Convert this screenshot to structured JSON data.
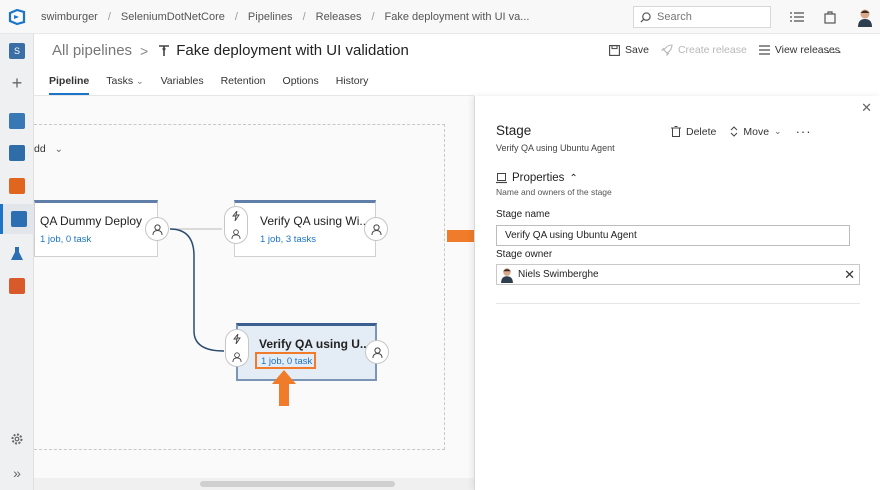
{
  "breadcrumb": [
    "swimburger",
    "SeleniumDotNetCore",
    "Pipelines",
    "Releases",
    "Fake deployment with UI va..."
  ],
  "search": {
    "placeholder": "Search"
  },
  "header": {
    "parent": "All pipelines",
    "title": "Fake deployment with UI validation",
    "actions": {
      "save": "Save",
      "create_release": "Create release",
      "view_releases": "View releases"
    },
    "more": "···"
  },
  "tabs": [
    "Pipeline",
    "Tasks",
    "Variables",
    "Retention",
    "Options",
    "History"
  ],
  "canvas": {
    "add_label": "dd",
    "stages": [
      {
        "name": "QA Dummy Deploy",
        "summary": "1 job, 0 task"
      },
      {
        "name": "Verify QA using Wi...",
        "summary": "1 job, 3 tasks"
      },
      {
        "name": "Verify QA using U...",
        "summary": "1 job, 0 task"
      }
    ]
  },
  "panel": {
    "title": "Stage",
    "subtitle": "Verify QA using Ubuntu Agent",
    "delete": "Delete",
    "move": "Move",
    "more": "···",
    "section_title": "Properties",
    "section_sub": "Name and owners of the stage",
    "stage_name_label": "Stage name",
    "stage_name_value": "Verify QA using Ubuntu Agent",
    "stage_owner_label": "Stage owner",
    "stage_owner_value": "Niels Swimberghe"
  },
  "colors": {
    "accent": "#1b74c8",
    "highlight": "#f07b2a"
  }
}
